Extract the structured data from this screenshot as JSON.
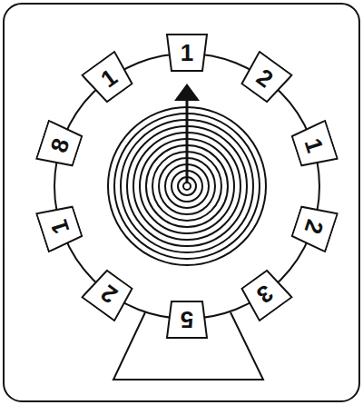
{
  "diagram": {
    "nodes": [
      {
        "text": [
          "1"
        ]
      },
      {
        "text": [
          "2"
        ]
      },
      {
        "text": [
          "1"
        ]
      },
      {
        "text": [
          "2"
        ]
      },
      {
        "text": [
          "3"
        ]
      },
      {
        "text": [
          "5"
        ]
      },
      {
        "text": [
          "2"
        ]
      },
      {
        "text": [
          "1"
        ]
      },
      {
        "text": [
          "8"
        ]
      },
      {
        "text": [
          "1"
        ]
      }
    ]
  }
}
